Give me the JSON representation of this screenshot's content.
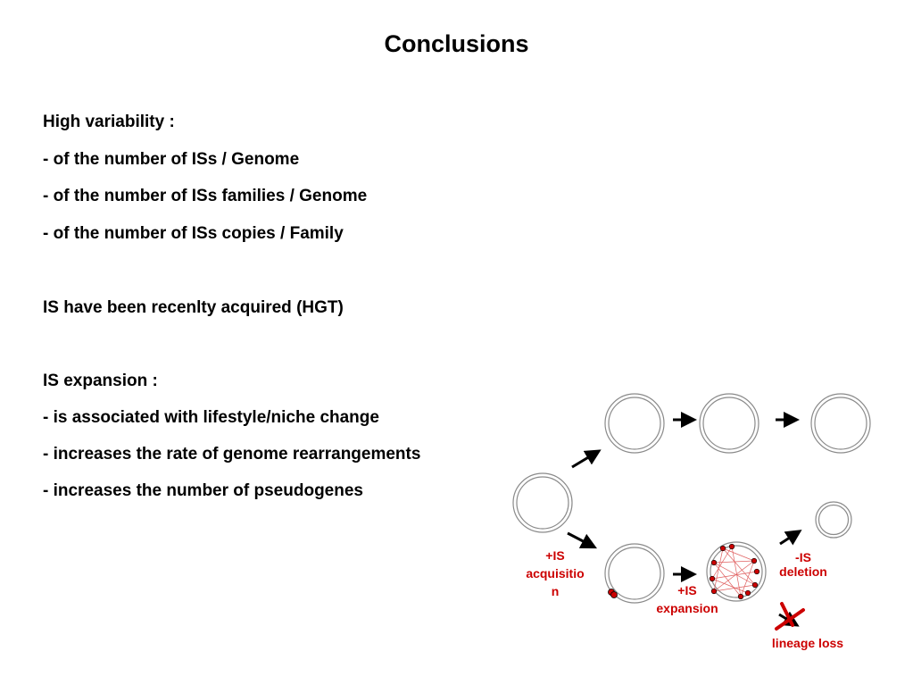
{
  "slide": {
    "title": "Conclusions",
    "lines": [
      "High variability :",
      "- of the number of ISs / Genome",
      "- of the number of ISs families / Genome",
      "- of the number of ISs copies / Family",
      "IS have been recenlty acquired (HGT)",
      "IS expansion :",
      "-  is associated with lifestyle/niche change",
      "- increases the rate of genome rearrangements",
      "- increases the number of pseudogenes"
    ]
  },
  "diagram": {
    "label_color": "#cc0000",
    "acquisition_label": [
      "+IS",
      "acquisitio",
      "n"
    ],
    "expansion_label": [
      "+IS",
      "expansion"
    ],
    "deletion_label": [
      "-IS",
      "deletion"
    ],
    "lineage_loss_label": "lineage loss"
  }
}
